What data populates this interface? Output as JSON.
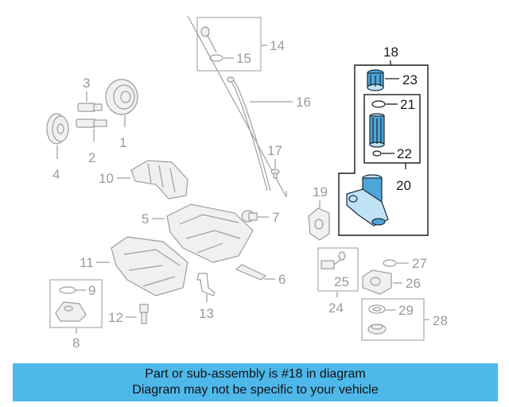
{
  "diagram": {
    "callouts": [
      {
        "id": "1",
        "label": "1"
      },
      {
        "id": "2",
        "label": "2"
      },
      {
        "id": "3",
        "label": "3"
      },
      {
        "id": "4",
        "label": "4"
      },
      {
        "id": "5",
        "label": "5"
      },
      {
        "id": "6",
        "label": "6"
      },
      {
        "id": "7",
        "label": "7"
      },
      {
        "id": "8",
        "label": "8"
      },
      {
        "id": "9",
        "label": "9"
      },
      {
        "id": "10",
        "label": "10"
      },
      {
        "id": "11",
        "label": "11"
      },
      {
        "id": "12",
        "label": "12"
      },
      {
        "id": "13",
        "label": "13"
      },
      {
        "id": "14",
        "label": "14"
      },
      {
        "id": "15",
        "label": "15"
      },
      {
        "id": "16",
        "label": "16"
      },
      {
        "id": "17",
        "label": "17"
      },
      {
        "id": "18",
        "label": "18"
      },
      {
        "id": "19",
        "label": "19"
      },
      {
        "id": "20",
        "label": "20"
      },
      {
        "id": "21",
        "label": "21"
      },
      {
        "id": "22",
        "label": "22"
      },
      {
        "id": "23",
        "label": "23"
      },
      {
        "id": "24",
        "label": "24"
      },
      {
        "id": "25",
        "label": "25"
      },
      {
        "id": "26",
        "label": "26"
      },
      {
        "id": "27",
        "label": "27"
      },
      {
        "id": "28",
        "label": "28"
      },
      {
        "id": "29",
        "label": "29"
      }
    ],
    "highlight_color": "#4ea6d8",
    "muted_color": "#9a9a9a"
  },
  "banner": {
    "line1": "Part or sub-assembly is #18 in diagram",
    "line2": "Diagram may not be specific to your vehicle",
    "background": "#4fb8ea"
  }
}
